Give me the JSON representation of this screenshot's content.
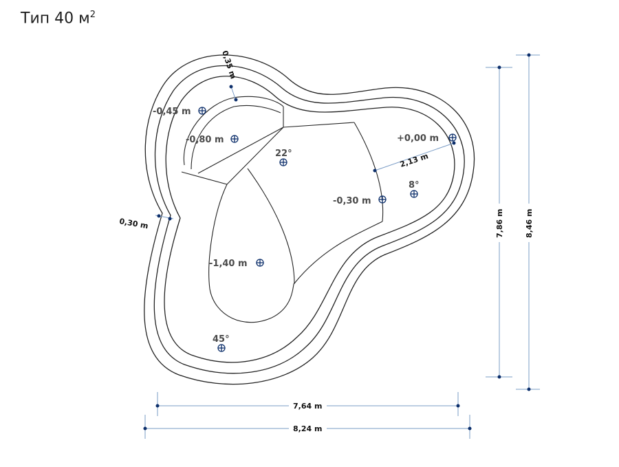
{
  "title": {
    "text": "Тип 40 м",
    "sup": "2"
  },
  "depths": {
    "d045": "-0,45 m",
    "d080": "-0,80 m",
    "d000": "+0,00 m",
    "d030": "-0,30 m",
    "d140": "-1,40 m"
  },
  "slopes": {
    "s22": "22°",
    "s8": "8°",
    "s45": "45°"
  },
  "dimensions": {
    "wall_top": "0,35 m",
    "wall_left": "0,30 m",
    "shelf_width": "2,13 m",
    "inner_width": "7,64 m",
    "outer_width": "8,24 m",
    "inner_height": "7,86 m",
    "outer_height": "8,46 m"
  },
  "colors": {
    "outline": "#222222",
    "dimension_line": "#7a9cc6",
    "marker": "#0d2f6b",
    "label": "#4a4a4a"
  }
}
